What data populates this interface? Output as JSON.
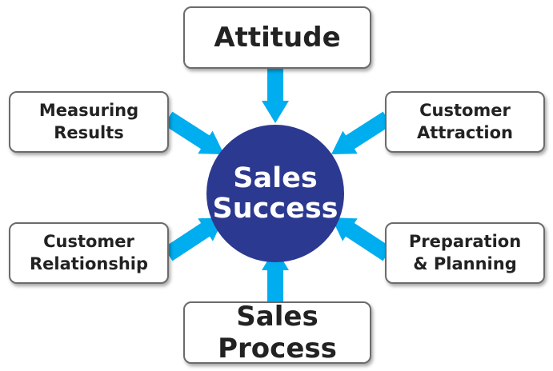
{
  "center": {
    "line1": "Sales",
    "line2": "Success"
  },
  "nodes": {
    "attitude": {
      "label": "Attitude"
    },
    "measuring_results": {
      "line1": "Measuring",
      "line2": "Results"
    },
    "customer_attraction": {
      "line1": "Customer",
      "line2": "Attraction"
    },
    "customer_relationship": {
      "line1": "Customer",
      "line2": "Relationship"
    },
    "preparation_planning": {
      "line1": "Preparation",
      "line2": "& Planning"
    },
    "sales_process": {
      "label": "Sales Process"
    }
  },
  "colors": {
    "arrow": "#00aeef",
    "circle": "#2c3990",
    "box_border": "#6b6b6b"
  }
}
